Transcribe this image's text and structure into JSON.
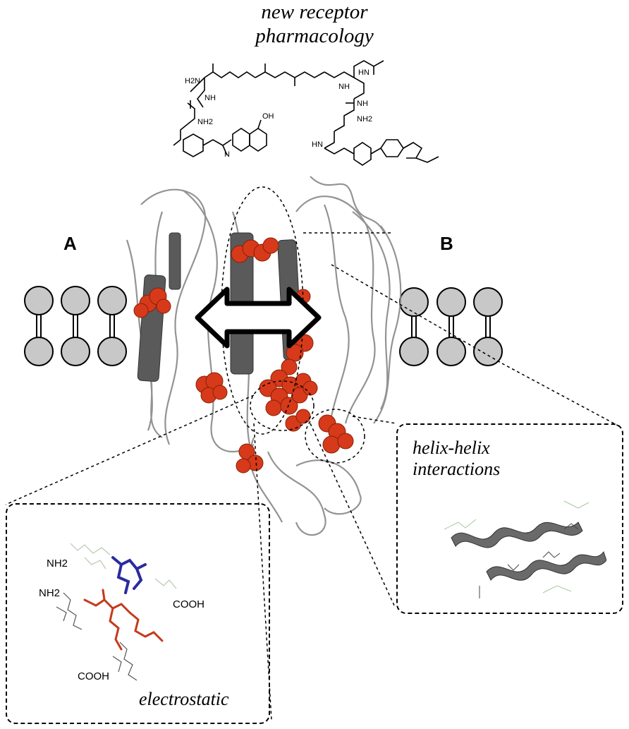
{
  "title": {
    "line1": "new receptor",
    "line2": "pharmacology"
  },
  "labels": {
    "a": "A",
    "b": "B"
  },
  "helix_box": {
    "line1": "helix-helix",
    "line2": "interactions"
  },
  "electro_box": {
    "title": "electrostatic",
    "nh2_top": "NH2",
    "nh2_mid": "NH2",
    "cooh_right": "COOH",
    "cooh_bottom": "COOH"
  },
  "molecule_labels": {
    "h2n": "H2N",
    "nh1": "NH",
    "nh2": "NH2",
    "oh": "OH",
    "hn_top": "HN",
    "nh_right1": "NH",
    "nh_right2": "NH",
    "nh2_right": "NH2",
    "hn_bottom": "HN",
    "n_left": "N"
  },
  "colors": {
    "protein": "#7a7a7a",
    "residue": "#d63a1a",
    "blue": "#2a2aa0",
    "lipid": "#c8c8c8",
    "helix": "#5a5a5a"
  }
}
